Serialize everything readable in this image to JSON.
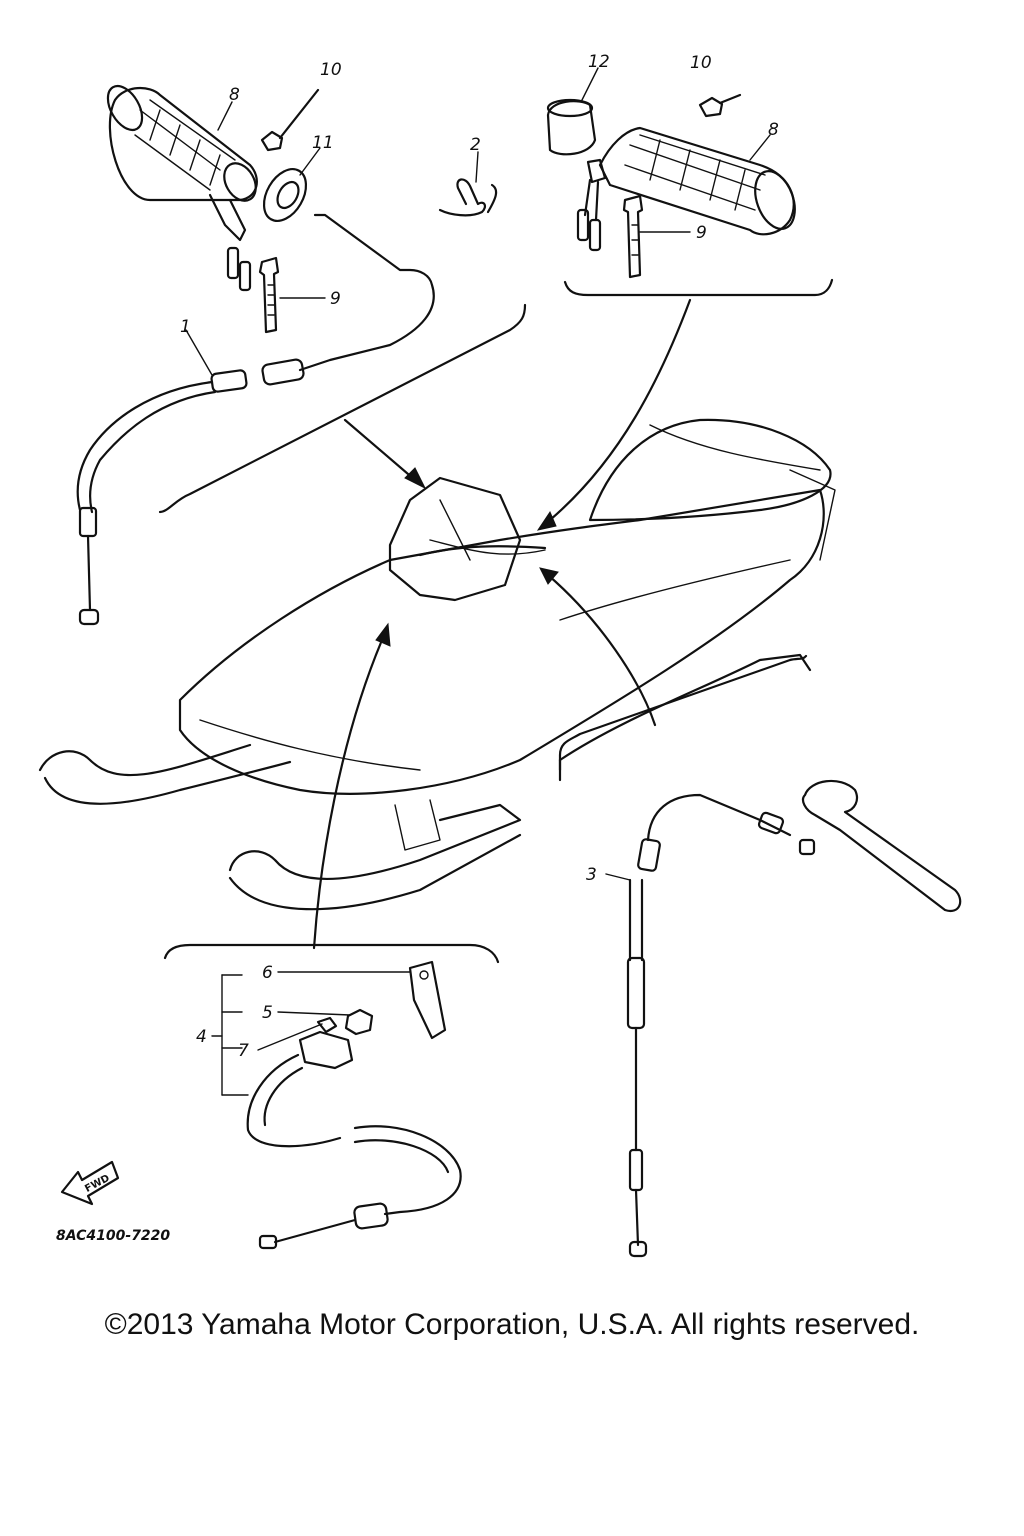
{
  "callouts": {
    "c1": "1",
    "c2": "2",
    "c3": "3",
    "c4": "4",
    "c5": "5",
    "c6": "6",
    "c7": "7",
    "c8_left": "8",
    "c8_right": "8",
    "c9_left": "9",
    "c9_right": "9",
    "c10_left": "10",
    "c10_right": "10",
    "c11": "11",
    "c12": "12"
  },
  "fwd_label": "FWD",
  "diagram_code": "8AC4100-7220",
  "copyright": "©2013 Yamaha Motor Corporation, U.S.A. All rights reserved."
}
